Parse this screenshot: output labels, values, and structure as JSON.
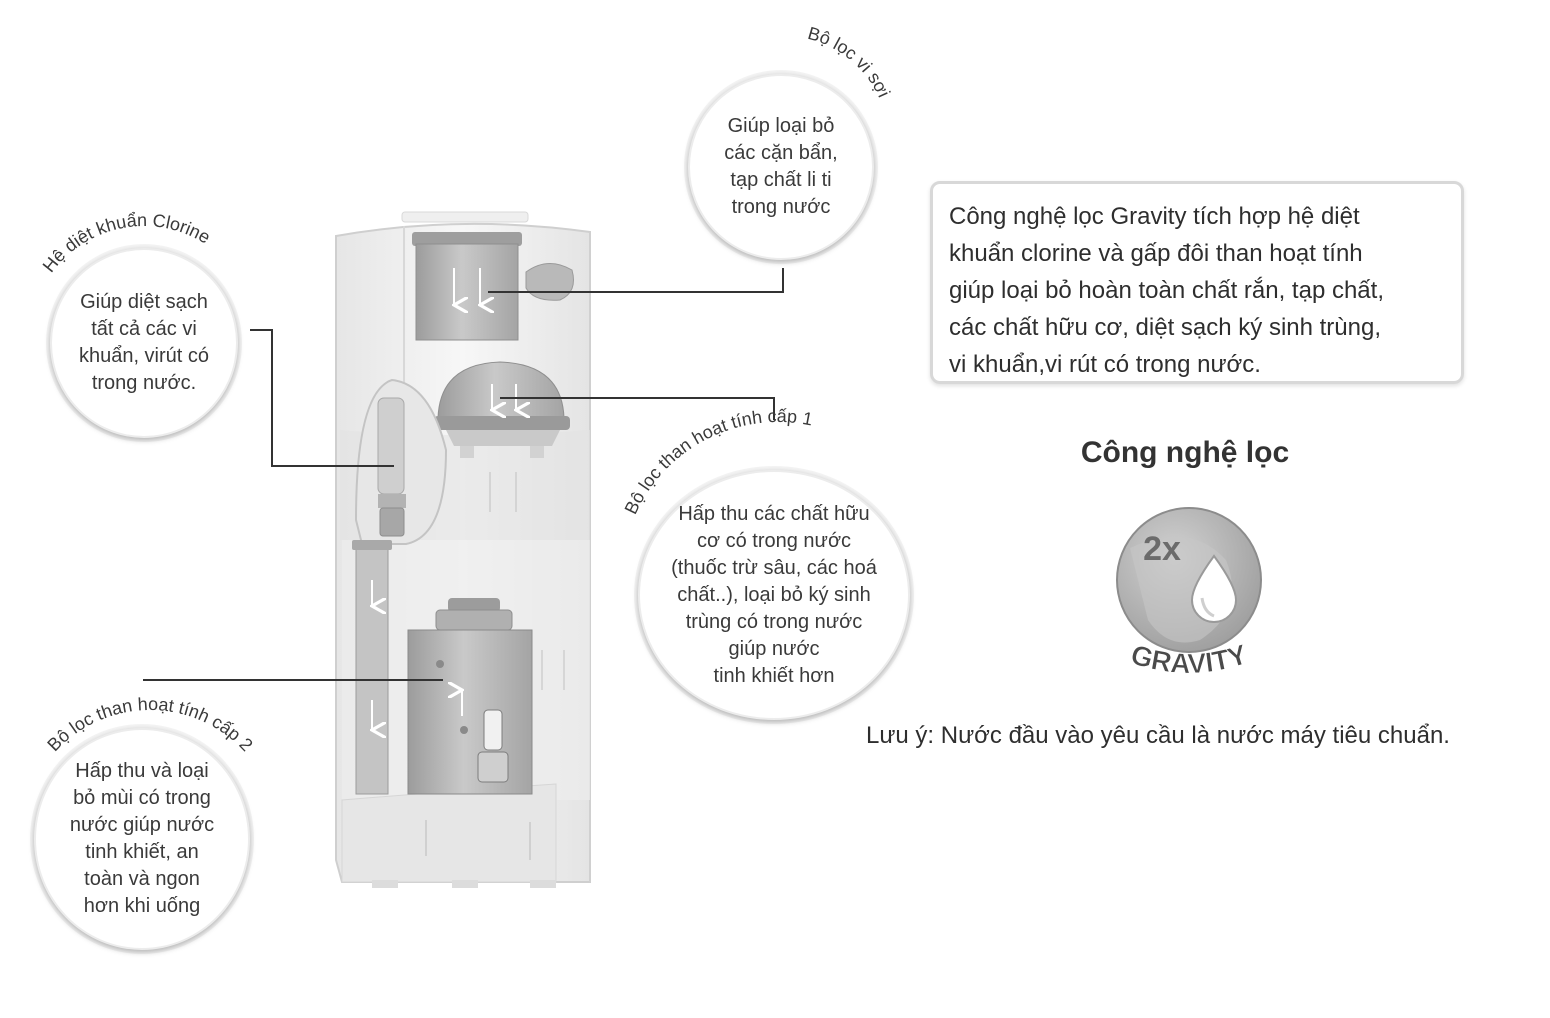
{
  "diagram": {
    "callouts": [
      {
        "id": "fiber-filter",
        "title": "Bộ lọc vi sợi",
        "description": "Giúp loại bỏ\ncác cặn bẩn,\ntạp chất li ti\ntrong nước"
      },
      {
        "id": "chlorine-sterilizer",
        "title": "Hệ diệt khuẩn Clorine",
        "description": "Giúp diệt sạch\ntất cả các vi\nkhuẩn, virút có\ntrong nước."
      },
      {
        "id": "carbon-filter-1",
        "title": "Bộ lọc than hoạt tính cấp 1",
        "description": "Hấp thu các chất hữu\ncơ có trong nước\n(thuốc trừ sâu, các hoá\nchất..), loại bỏ ký sinh\ntrùng có trong nước\ngiúp nước\ntinh khiết hơn"
      },
      {
        "id": "carbon-filter-2",
        "title": "Bộ lọc than hoạt tính cấp 2",
        "description": "Hấp thu và loại\nbỏ mùi có trong\nnước giúp nước\ntinh khiết, an\ntoàn và ngon\nhơn khi uống"
      }
    ]
  },
  "info": {
    "text": "Công nghệ lọc Gravity tích hợp hệ diệt\nkhuẩn clorine và gấp đôi than hoạt tính\ngiúp loại bỏ hoàn toàn chất rắn, tạp chất,\ncác chất hữu cơ, diệt sạch ký sinh trùng,\n vi khuẩn,vi rút có trong nước."
  },
  "technology": {
    "heading": "Công nghệ lọc",
    "badge_multiplier": "2x",
    "badge_label": "GRAVITY",
    "badge_icon": "water-drop-icon"
  },
  "note": "Lưu ý: Nước đầu vào yêu cầu là nước máy tiêu chuẩn.",
  "colors": {
    "line": "#333333",
    "appliance_fill": "#eeeeee",
    "filter_fill": "#b3b3b3",
    "badge_fill": "#b0b0b0"
  }
}
